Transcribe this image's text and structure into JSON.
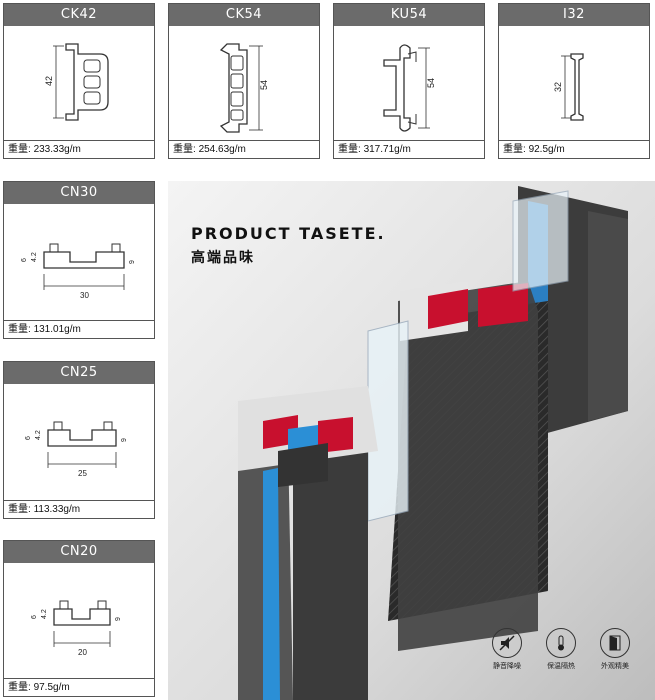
{
  "profiles": [
    {
      "name": "CK42",
      "weight_label": "重量:",
      "weight": "233.33g/m",
      "dim": "42"
    },
    {
      "name": "CK54",
      "weight_label": "重量:",
      "weight": "254.63g/m",
      "dim": "54"
    },
    {
      "name": "KU54",
      "weight_label": "重量:",
      "weight": "317.71g/m",
      "dim": "54"
    },
    {
      "name": "I32",
      "weight_label": "重量:",
      "weight": "92.5g/m",
      "dim": "32"
    },
    {
      "name": "CN30",
      "weight_label": "重量:",
      "weight": "131.01g/m",
      "dims": [
        "6",
        "4.2",
        "9",
        "30"
      ]
    },
    {
      "name": "CN25",
      "weight_label": "重量:",
      "weight": "113.33g/m",
      "dims": [
        "6",
        "4.2",
        "9",
        "25"
      ]
    },
    {
      "name": "CN20",
      "weight_label": "重量:",
      "weight": "97.5g/m",
      "dims": [
        "6",
        "4.2",
        "9",
        "20"
      ]
    }
  ],
  "product": {
    "title": "PRODUCT TASETE.",
    "subtitle": "高端品味"
  },
  "features": [
    {
      "icon": "mute-icon",
      "label": "静音降噪"
    },
    {
      "icon": "thermometer-icon",
      "label": "保温隔热"
    },
    {
      "icon": "door-icon",
      "label": "外观精美"
    }
  ]
}
